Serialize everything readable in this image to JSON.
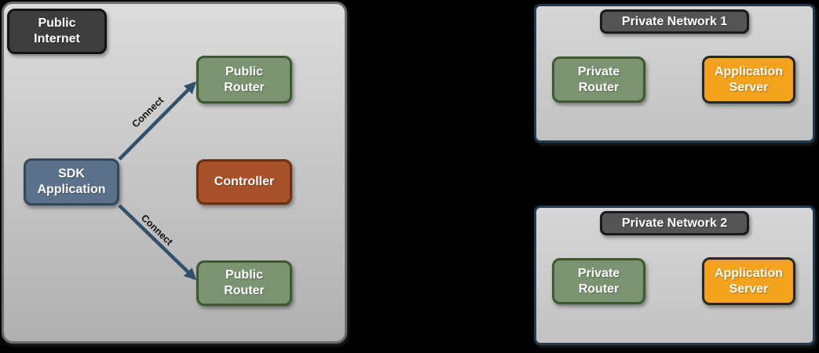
{
  "diagram": {
    "public_internet": {
      "badge": "Public Internet",
      "nodes": {
        "public_router_top": "Public Router",
        "sdk_application": "SDK Application",
        "controller": "Controller",
        "public_router_bottom": "Public Router"
      },
      "edges": [
        {
          "from": "SDK Application",
          "to": "Public Router (top)",
          "label": "Connect"
        },
        {
          "from": "SDK Application",
          "to": "Public Router (bottom)",
          "label": "Connect"
        }
      ]
    },
    "private_networks": [
      {
        "title": "Private Network 1",
        "router": "Private Router",
        "server": "Application Server"
      },
      {
        "title": "Private Network 2",
        "router": "Private Router",
        "server": "Application Server"
      }
    ],
    "colors": {
      "background": "#000000",
      "public_panel_border": "#6a6a6a",
      "public_panel_fill_top": "#dcdcdc",
      "public_panel_fill_bottom": "#b0b0b0",
      "private_panel_border": "#1e3c52",
      "dark_badge_fill": "#3d3d3d",
      "network_title_fill": "#545454",
      "router_green_fill": "#7a9471",
      "router_green_border": "#3e5830",
      "sdk_blue_fill": "#5b7189",
      "sdk_blue_border": "#32485c",
      "controller_red_fill": "#a6512c",
      "controller_red_border": "#6e2e10",
      "server_orange_fill": "#f2a21c",
      "server_orange_border": "#26282b",
      "arrow": "#33506b",
      "label_text": "#ffffff",
      "edge_label_text": "#111111"
    }
  }
}
